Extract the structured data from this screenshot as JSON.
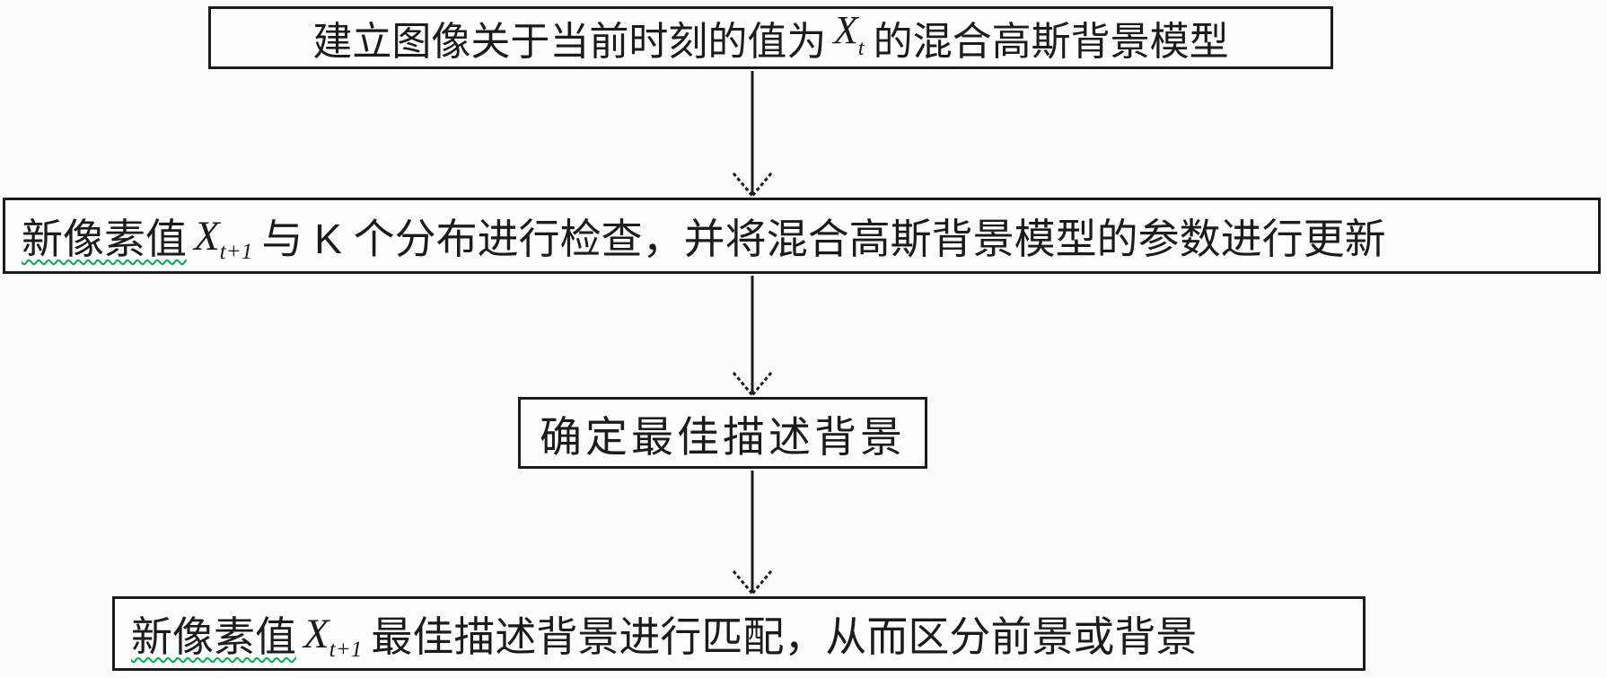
{
  "diagram": {
    "type": "flowchart",
    "ink_color": "#1b1b1b",
    "box_background": "#fdfdfd",
    "squiggle_color": "#00b050",
    "steps": [
      {
        "id": "step-1",
        "pre": "建立图像关于当前时刻的值为",
        "formula": {
          "base": "X",
          "sub": "t"
        },
        "post": "的混合高斯背景模型"
      },
      {
        "id": "step-2",
        "underlined": "新像素值",
        "formula": {
          "base": "X",
          "sub": "t+1"
        },
        "post": "与 K 个分布进行检查，并将混合高斯背景模型的参数进行更新"
      },
      {
        "id": "step-3",
        "text": "确定最佳描述背景"
      },
      {
        "id": "step-4",
        "underlined": "新像素值",
        "formula": {
          "base": "X",
          "sub": "t+1"
        },
        "post": "最佳描述背景进行匹配，从而区分前景或背景"
      }
    ],
    "connections": [
      {
        "from": "step-1",
        "to": "step-2"
      },
      {
        "from": "step-2",
        "to": "step-3"
      },
      {
        "from": "step-3",
        "to": "step-4"
      }
    ]
  }
}
